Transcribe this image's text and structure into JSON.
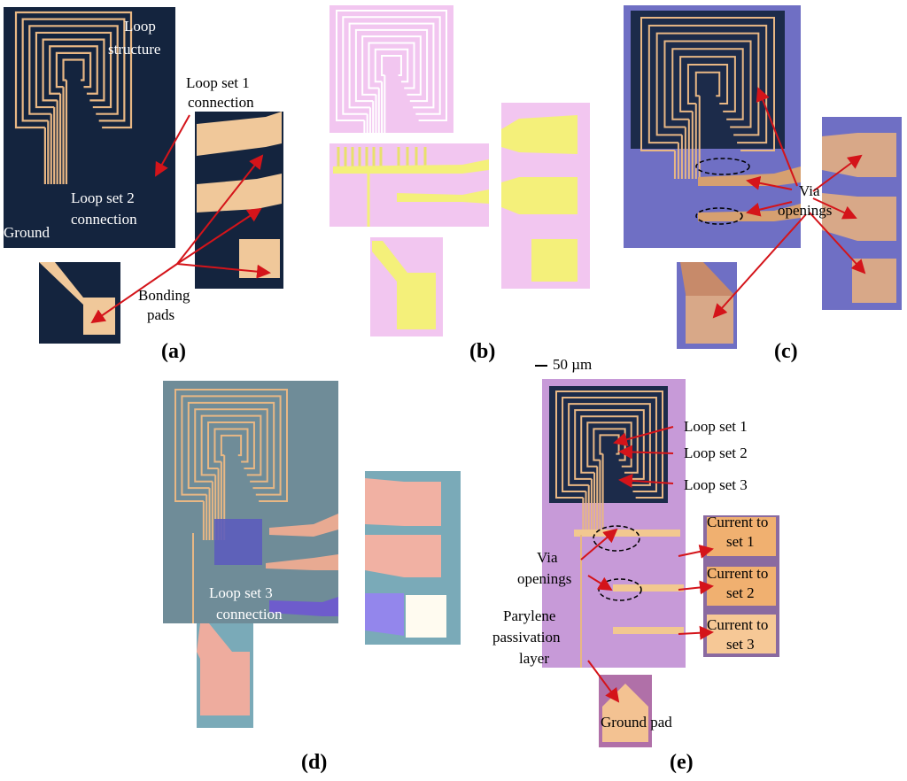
{
  "figure": {
    "panel_labels": [
      "(a)",
      "(b)",
      "(c)",
      "(d)",
      "(e)"
    ],
    "scale_bar": "50 µm",
    "colors": {
      "panel_a_bg": "#14243e",
      "panel_b_bg": "#f2c6f0",
      "panel_c_bg": "#6f6fc4",
      "panel_d_bg": "#7aaab8",
      "panel_e_bg": "#c79ad8",
      "gold_trace": "#e8b784",
      "yellow_pad": "#f4f07a",
      "arrow_red": "#d4141a"
    }
  },
  "panel_a": {
    "loop_structure": [
      "Loop",
      "structure"
    ],
    "loop_set1_connection": [
      "Loop set 1",
      "connection"
    ],
    "loop_set2_connection": [
      "Loop set 2",
      "connection"
    ],
    "ground": "Ground",
    "bonding_pads": [
      "Bonding",
      "pads"
    ]
  },
  "panel_c": {
    "via_openings": [
      "Via",
      "openings"
    ]
  },
  "panel_d": {
    "loop_set3_connection": [
      "Loop set 3",
      "connection"
    ]
  },
  "panel_e": {
    "loop_set1": "Loop set 1",
    "loop_set2": "Loop set 2",
    "loop_set3": "Loop set 3",
    "current_set1": [
      "Current to",
      "set 1"
    ],
    "current_set2": [
      "Current to",
      "set 2"
    ],
    "current_set3": [
      "Current to",
      "set 3"
    ],
    "via_openings": [
      "Via",
      "openings"
    ],
    "parylene": [
      "Parylene",
      "passivation",
      "layer"
    ],
    "ground_pad": "Ground pad"
  }
}
